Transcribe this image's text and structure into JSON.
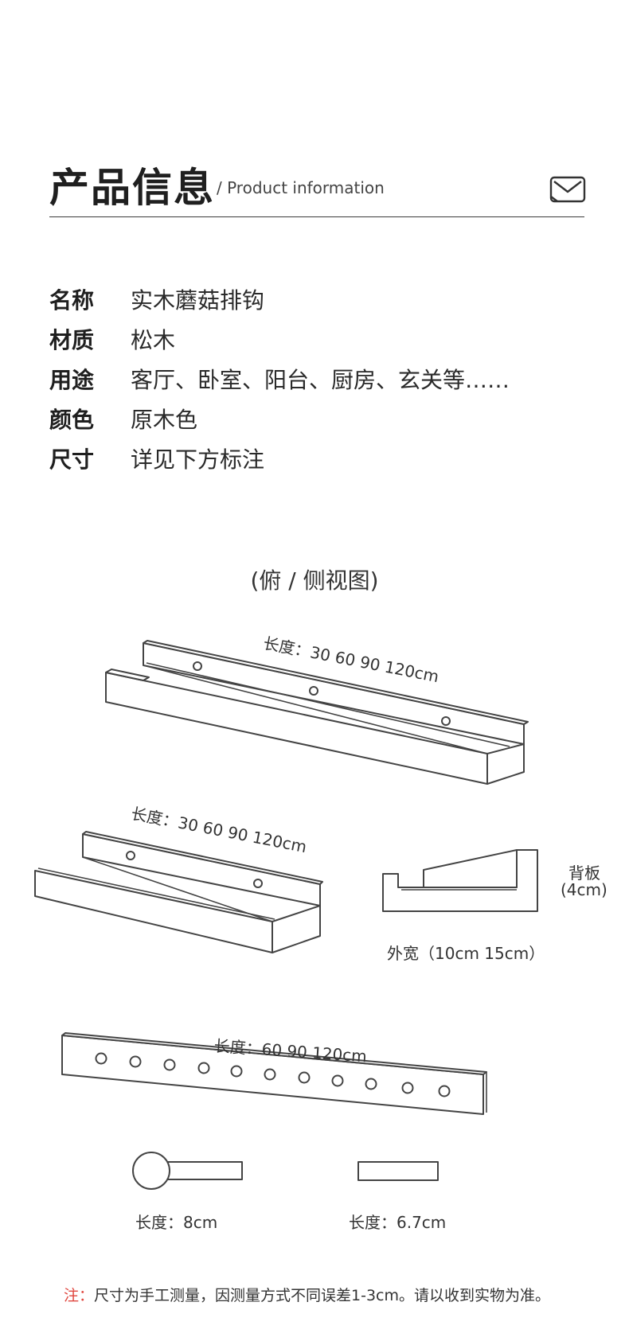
{
  "header": {
    "title": "产品信息",
    "subtitle": "/ Product information",
    "icon": "mail-icon"
  },
  "info": [
    {
      "label": "名称",
      "value": "实木蘑菇排钩"
    },
    {
      "label": "材质",
      "value": "松木"
    },
    {
      "label": "用途",
      "value": "客厅、卧室、阳台、厨房、玄关等……"
    },
    {
      "label": "颜色",
      "value": "原木色"
    },
    {
      "label": "尺寸",
      "value": "详见下方标注"
    }
  ],
  "diagrams": {
    "view_title": "(俯 / 侧视图)",
    "shelf_long_length": "长度：30 60 90 120cm",
    "shelf_short_length": "长度：30 60 90 120cm",
    "back_panel": "背板",
    "back_panel_size": "(4cm)",
    "width": "外宽（10cm  15cm）",
    "hook_bar_length": "长度：60 90 120cm",
    "mushroom_length": "长度：8cm",
    "peg_length": "长度：6.7cm"
  },
  "note": {
    "prefix": "注：",
    "text": "尺寸为手工测量，因测量方式不同误差1-3cm。请以收到实物为准。"
  },
  "colors": {
    "text": "#2a2a2a",
    "line": "#444444",
    "note_accent": "#e0473f",
    "background": "#ffffff"
  }
}
